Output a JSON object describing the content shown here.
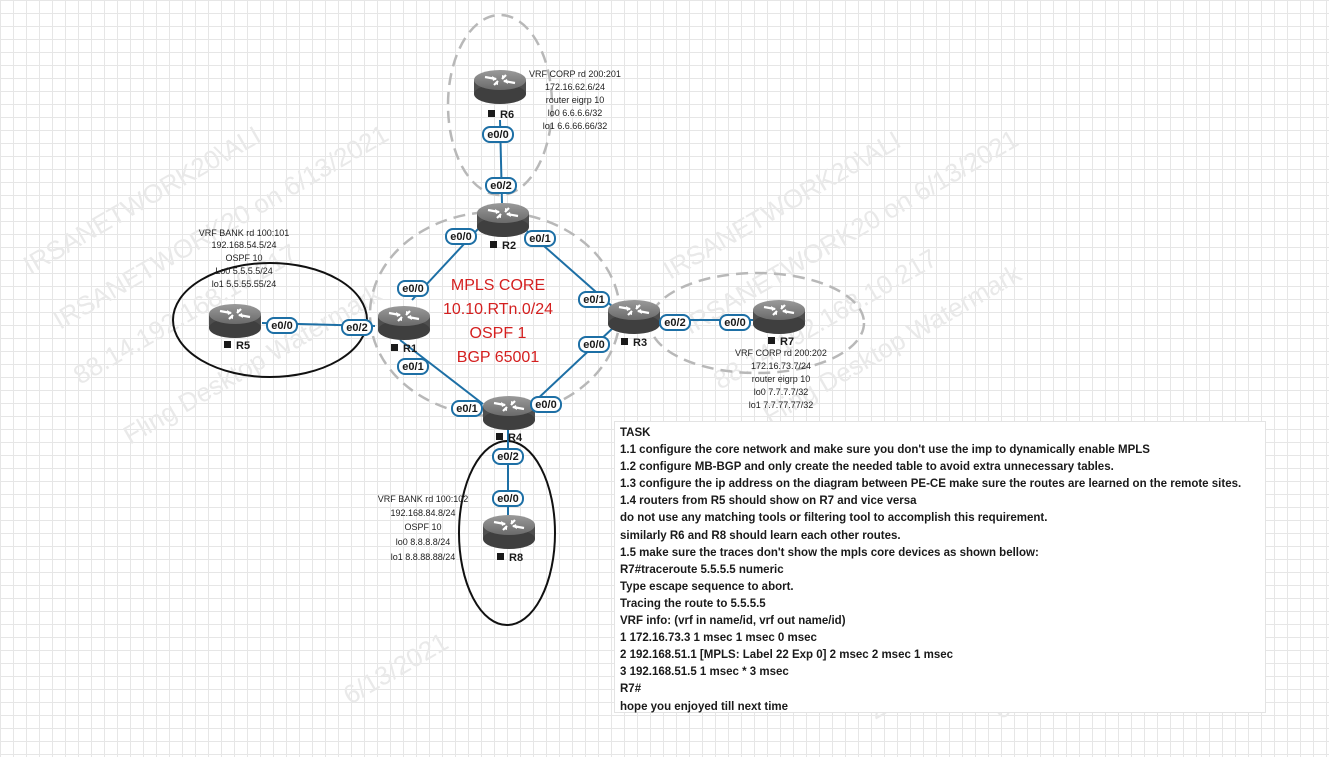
{
  "watermarks": [
    "IRSANETWORK20\\ALI",
    "IRSANETWORK20 on 6/13/2021",
    "88.14.192.168.10.217",
    "Fling Desktop Watermark",
    "6/13/2021",
    "20\\ALI"
  ],
  "core": {
    "lines": [
      "MPLS CORE",
      "10.10.RTn.0/24",
      "OSPF 1",
      "BGP 65001"
    ],
    "color": "#d42020"
  },
  "routers": {
    "R1": "R1",
    "R2": "R2",
    "R3": "R3",
    "R4": "R4",
    "R5": "R5",
    "R6": "R6",
    "R7": "R7",
    "R8": "R8"
  },
  "interfaces": {
    "r1_e0_2": "e0/2",
    "r1_e0_0": "e0/0",
    "r1_e0_1": "e0/1",
    "r2_e0_0": "e0/0",
    "r2_e0_1": "e0/1",
    "r2_e0_2": "e0/2",
    "r3_e0_1": "e0/1",
    "r3_e0_0": "e0/0",
    "r3_e0_2": "e0/2",
    "r4_e0_1": "e0/1",
    "r4_e0_0": "e0/0",
    "r4_e0_2": "e0/2",
    "r5_e0_0": "e0/0",
    "r6_e0_0": "e0/0",
    "r7_e0_0": "e0/0",
    "r8_e0_0": "e0/0"
  },
  "notes": {
    "r5": [
      "VRF BANK rd 100:101",
      "192.168.54.5/24",
      "OSPF 10",
      "Lo0 5.5.5.5/24",
      "lo1 5.5.55.55/24"
    ],
    "r6": [
      "VRF CORP rd 200:201",
      "172.16.62.6/24",
      "router eigrp 10",
      "lo0 6.6.6.6/32",
      "lo1 6.6.66.66/32"
    ],
    "r7": [
      "VRF CORP rd 200:202",
      "172.16.73.7/24",
      "router eigrp 10",
      "lo0 7.7.7.7/32",
      "lo1 7.7.77.77/32"
    ],
    "r8": [
      "VRF BANK rd 100:102",
      "192.168.84.8/24",
      "OSPF 10",
      "lo0 8.8.8.8/24",
      "lo1 8.8.88.88/24"
    ]
  },
  "task": {
    "lines": [
      "TASK",
      "1.1 configure the core network and make sure you don't use the imp to dynamically enable MPLS",
      "1.2 configure MB-BGP and only create the needed table to avoid extra unnecessary tables.",
      "1.3 configure the ip address on the diagram between PE-CE make sure the routes are learned on the remote sites.",
      "1.4 routers from R5 should show on R7 and vice versa",
      "do not use any matching tools or filtering tool to accomplish this requirement.",
      "similarly R6 and R8 should learn each other routes.",
      "1.5 make sure the traces don't show the mpls core devices as shown bellow:",
      "R7#traceroute 5.5.5.5 numeric",
      "Type escape sequence to abort.",
      "Tracing the route to 5.5.5.5",
      "VRF info: (vrf in name/id, vrf out name/id)",
      "1 172.16.73.3 1 msec 1 msec 0 msec",
      "2 192.168.51.1 [MPLS: Label 22 Exp 0] 2 msec 2 msec 1 msec",
      "3 192.168.51.5 1 msec * 3 msec",
      "R7#",
      "hope you enjoyed till next time"
    ]
  },
  "colors": {
    "link": "#1d6fa5",
    "router_body": "#6e6e6e",
    "dashed_area": "#b8b8b8"
  },
  "icons": {
    "router": "router-icon",
    "router_label_square": "square-icon"
  }
}
